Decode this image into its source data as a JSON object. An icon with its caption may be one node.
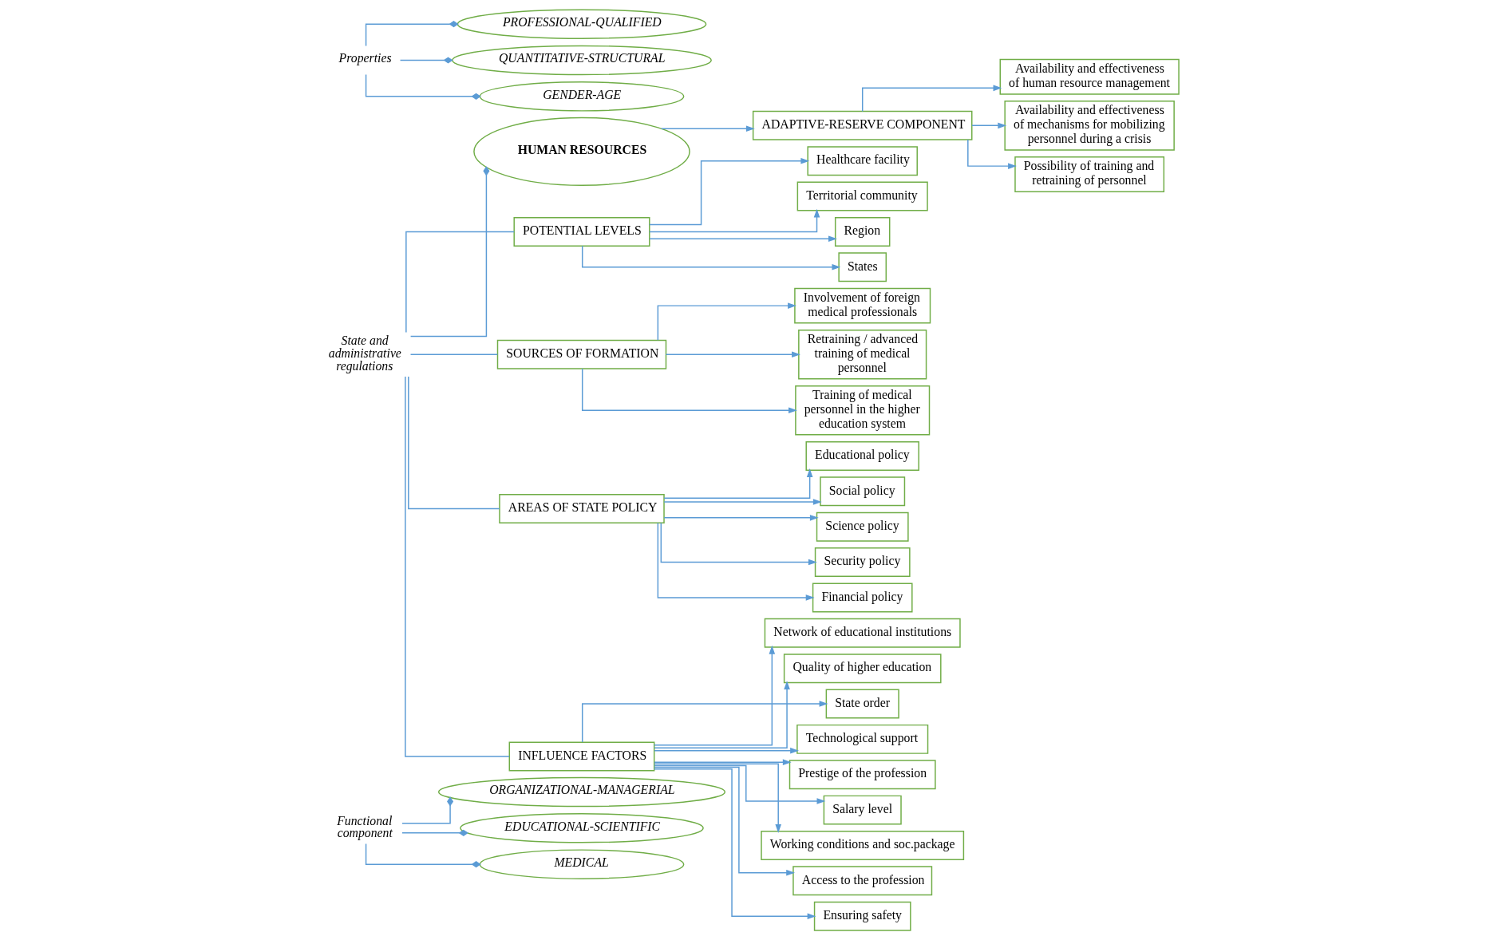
{
  "diagram": {
    "nodes": [
      {
        "text": [
          "Functional component"
        ]
      },
      {
        "text": [
          "ORGANIZATIONAL-MANAGERIAL"
        ]
      },
      {
        "text": [
          "EDUCATIONAL-SCIENTIFIC"
        ]
      },
      {
        "text": [
          "MEDICAL"
        ]
      },
      {
        "text": [
          "HUMAN RESOURCES"
        ]
      },
      {
        "text": [
          "PROFESSIONAL-QUALIFIED"
        ]
      },
      {
        "text": [
          "QUANTITATIVE-STRUCTURAL"
        ]
      },
      {
        "text": [
          "GENDER-AGE"
        ]
      },
      {
        "text": [
          "Properties"
        ]
      },
      {
        "text": [
          "State and administrative regulations"
        ]
      },
      {
        "text": [
          "POTENTIAL LEVELS"
        ]
      },
      {
        "text": [
          "Healthcare facility"
        ]
      },
      {
        "text": [
          "Territorial community"
        ]
      },
      {
        "text": [
          "Region"
        ]
      },
      {
        "text": [
          "States"
        ]
      },
      {
        "text": [
          "SOURCES OF FORMATION"
        ]
      },
      {
        "text": [
          "Involvement of foreign medical professionals"
        ]
      },
      {
        "text": [
          "Retraining / advanced training of medical personnel"
        ]
      },
      {
        "text": [
          "Training of medical personnel in the higher education system"
        ]
      },
      {
        "text": [
          "AREAS OF STATE POLICY"
        ]
      },
      {
        "text": [
          "Educational policy"
        ]
      },
      {
        "text": [
          "Social policy"
        ]
      },
      {
        "text": [
          "Science policy"
        ]
      },
      {
        "text": [
          "Security policy"
        ]
      },
      {
        "text": [
          "Financial policy"
        ]
      },
      {
        "text": [
          "INFLUENCE FACTORS"
        ]
      },
      {
        "text": [
          "Network of educational institutions"
        ]
      },
      {
        "text": [
          "Quality of higher education"
        ]
      },
      {
        "text": [
          "State order"
        ]
      },
      {
        "text": [
          "Technological support"
        ]
      },
      {
        "text": [
          "Prestige of the profession"
        ]
      },
      {
        "text": [
          "Salary level"
        ]
      },
      {
        "text": [
          "Working conditions and soc.package"
        ]
      },
      {
        "text": [
          "Access to the profession"
        ]
      },
      {
        "text": [
          "Ensuring safety"
        ]
      },
      {
        "text": [
          "ADAPTIVE-RESERVE COMPONENT"
        ]
      },
      {
        "text": [
          "Availability and effectiveness of human resource management"
        ]
      },
      {
        "text": [
          "Availability and effectiveness of mechanisms for mobilizing personnel during a crisis"
        ]
      },
      {
        "text": [
          "Possibility of training and retraining of personnel"
        ]
      }
    ],
    "edges": [
      {
        "from": 0,
        "to": 1,
        "arrow": "other"
      },
      {
        "from": 0,
        "to": 2,
        "arrow": "other"
      },
      {
        "from": 0,
        "to": 3,
        "arrow": "other"
      },
      {
        "from": 8,
        "to": 5,
        "arrow": "other"
      },
      {
        "from": 8,
        "to": 6,
        "arrow": "other"
      },
      {
        "from": 8,
        "to": 7,
        "arrow": "other"
      },
      {
        "from": 9,
        "to": 4,
        "arrow": "other"
      },
      {
        "from": 4,
        "to": 35,
        "arrow": "to"
      },
      {
        "from": 9,
        "to": 10,
        "arrow": "none"
      },
      {
        "from": 9,
        "to": 15,
        "arrow": "none"
      },
      {
        "from": 9,
        "to": 19,
        "arrow": "none"
      },
      {
        "from": 9,
        "to": 25,
        "arrow": "none"
      },
      {
        "from": 10,
        "to": 11,
        "arrow": "to"
      },
      {
        "from": 10,
        "to": 12,
        "arrow": "to"
      },
      {
        "from": 10,
        "to": 13,
        "arrow": "to"
      },
      {
        "from": 10,
        "to": 14,
        "arrow": "to"
      },
      {
        "from": 15,
        "to": 16,
        "arrow": "to"
      },
      {
        "from": 15,
        "to": 17,
        "arrow": "to"
      },
      {
        "from": 15,
        "to": 18,
        "arrow": "to"
      },
      {
        "from": 19,
        "to": 20,
        "arrow": "to"
      },
      {
        "from": 19,
        "to": 21,
        "arrow": "to"
      },
      {
        "from": 19,
        "to": 22,
        "arrow": "to"
      },
      {
        "from": 19,
        "to": 23,
        "arrow": "to"
      },
      {
        "from": 19,
        "to": 24,
        "arrow": "to"
      },
      {
        "from": 25,
        "to": 26,
        "arrow": "to"
      },
      {
        "from": 25,
        "to": 27,
        "arrow": "to"
      },
      {
        "from": 25,
        "to": 28,
        "arrow": "to"
      },
      {
        "from": 25,
        "to": 29,
        "arrow": "to"
      },
      {
        "from": 25,
        "to": 30,
        "arrow": "to"
      },
      {
        "from": 25,
        "to": 31,
        "arrow": "to"
      },
      {
        "from": 25,
        "to": 32,
        "arrow": "to"
      },
      {
        "from": 25,
        "to": 33,
        "arrow": "to"
      },
      {
        "from": 25,
        "to": 34,
        "arrow": "to"
      },
      {
        "from": 35,
        "to": 36,
        "arrow": "to"
      },
      {
        "from": 35,
        "to": 37,
        "arrow": "to"
      },
      {
        "from": 35,
        "to": 38,
        "arrow": "to"
      }
    ]
  }
}
